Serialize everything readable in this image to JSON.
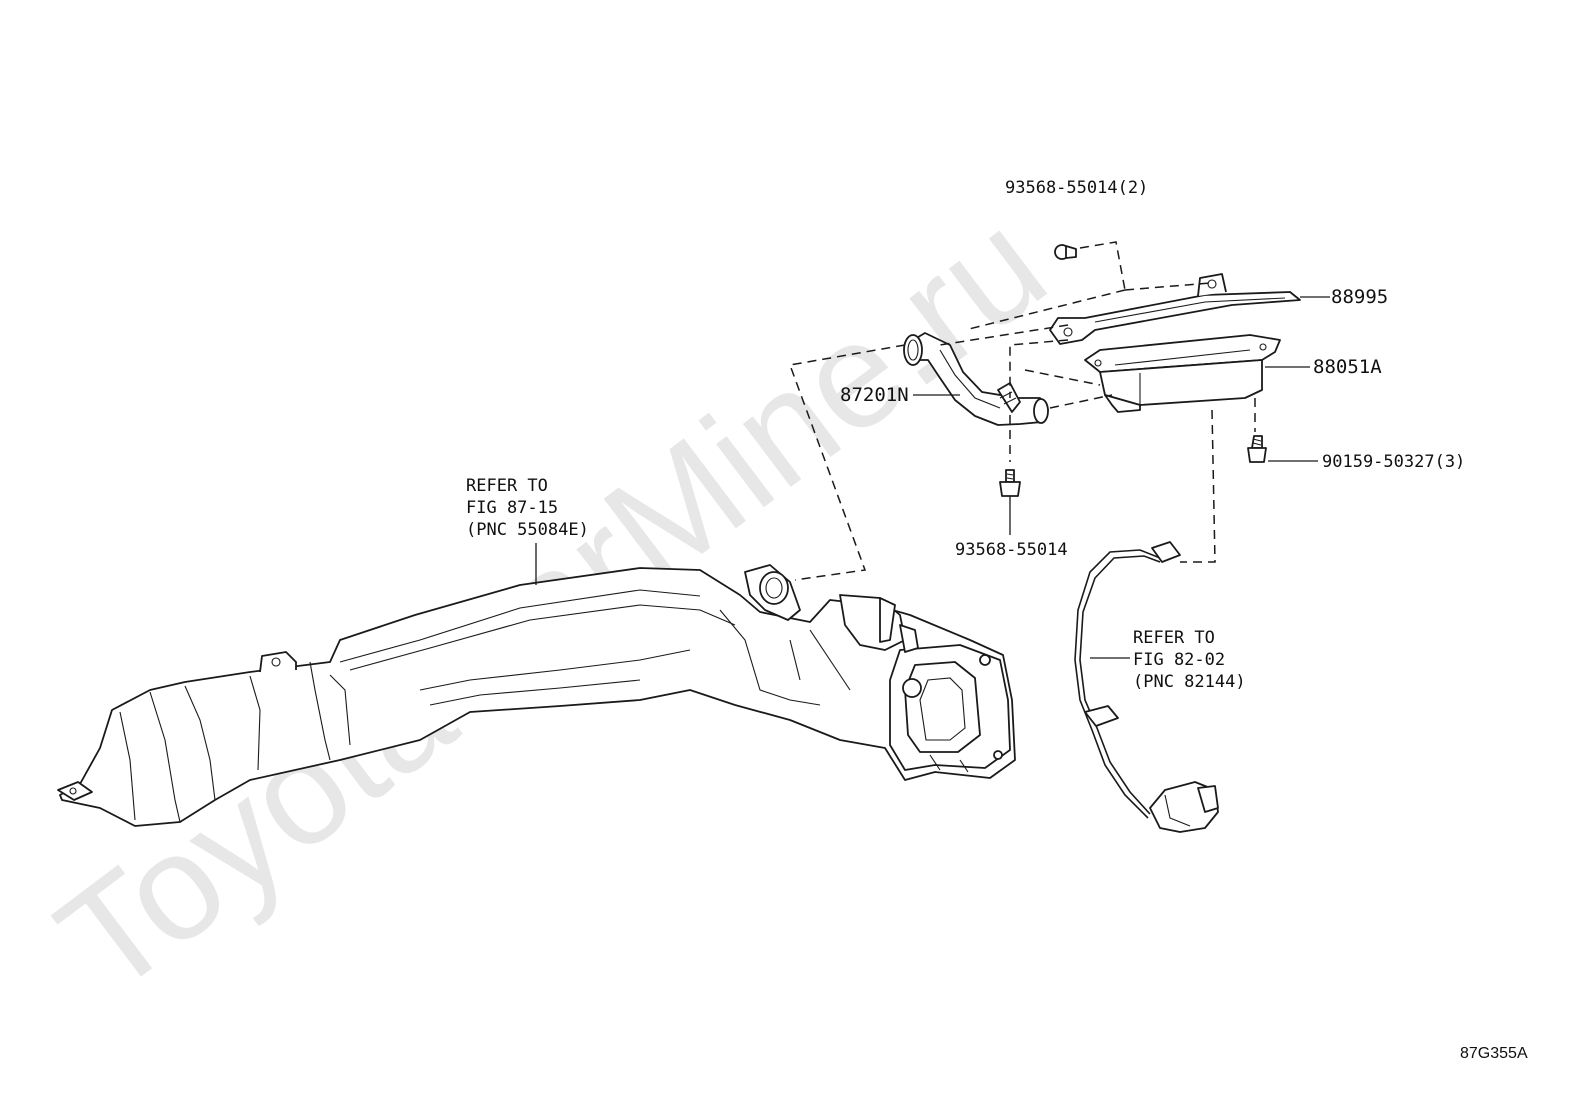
{
  "watermark": "ToyotaCarMine.ru",
  "figure_code": "87G355A",
  "callouts": {
    "nut_top": "93568-55014(2)",
    "bracket": "88995",
    "amplifier": "88051A",
    "hose": "87201N",
    "bolts": "90159-50327(3)",
    "nut_bottom": "93568-55014"
  },
  "refs": {
    "duct": {
      "line1": "REFER TO",
      "line2": "FIG 87-15",
      "line3": "(PNC 55084E)"
    },
    "sensor": {
      "line1": "REFER TO",
      "line2": "FIG 82-02",
      "line3": "(PNC 82144)"
    }
  }
}
